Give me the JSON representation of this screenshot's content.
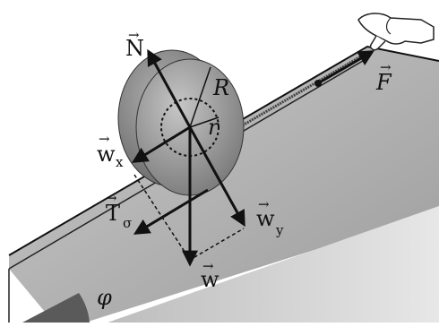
{
  "labels": {
    "normal_force": "N",
    "pull_force": "F",
    "big_radius": "R",
    "small_radius": "r",
    "weight_x": "w",
    "weight_x_sub": "x",
    "friction": "T",
    "friction_sub": "σ",
    "weight_y": "w",
    "weight_y_sub": "y",
    "weight": "w",
    "angle": "φ"
  },
  "colors": {
    "ink": "#111111",
    "plane_top": "#b8b8b8",
    "plane_front": "#9a9a9a",
    "cylinder_front": "#8f8f8f",
    "cylinder_side": "#6c6c6c",
    "shadow": "#5b5b5b"
  },
  "icons": {
    "hand": "hand-icon"
  }
}
